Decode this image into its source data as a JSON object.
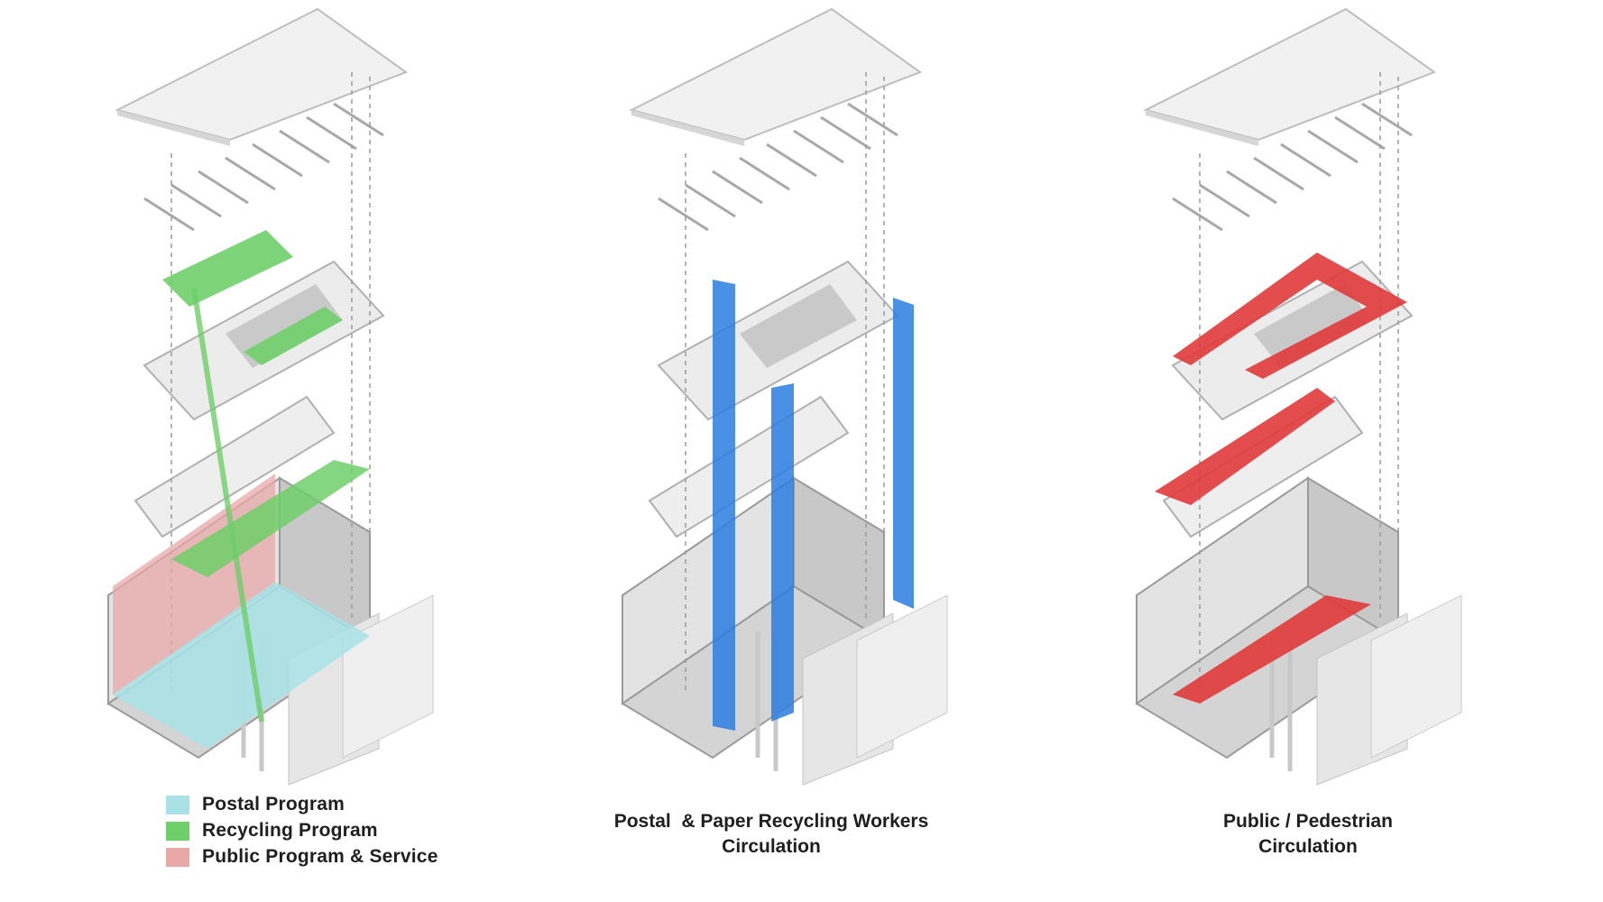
{
  "legend": {
    "items": [
      {
        "label": "Postal Program",
        "color": "#a8e2e6"
      },
      {
        "label": "Recycling Program",
        "color": "#6fcf6a"
      },
      {
        "label": "Public Program & Service",
        "color": "#e8a8a8"
      }
    ]
  },
  "captions": {
    "middle": {
      "line1": "Postal  & Paper Recycling Workers",
      "line2": "Circulation"
    },
    "right": {
      "line1": "Public / Pedestrian",
      "line2": "Circulation"
    }
  },
  "colors": {
    "worker_circulation": "#2a7de1",
    "public_circulation": "#e03a3a",
    "model_gray": "#d9d9d9",
    "model_edge": "#9a9a9a"
  }
}
